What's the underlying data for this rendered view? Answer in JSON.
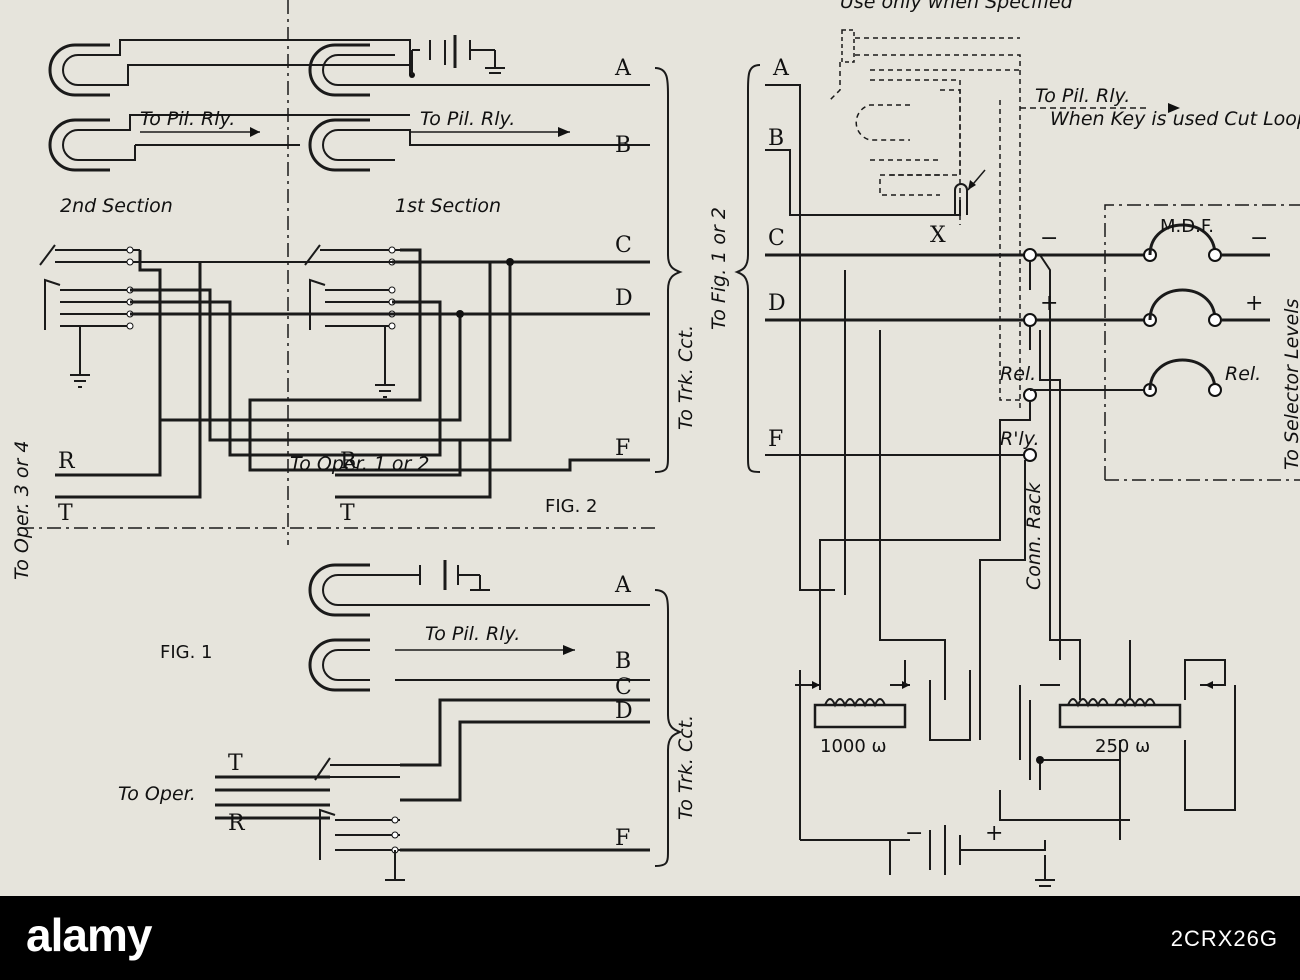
{
  "fig2": {
    "label": "FIG. 2",
    "section_2": "2nd Section",
    "section_1": "1st Section",
    "to_pil_rly_1": "To Pil. Rly.",
    "to_pil_rly_2": "To Pil. Rly.",
    "to_oper_34": "To Oper. 3 or 4",
    "to_oper_12": "To Oper. 1 or 2",
    "to_trk_cct": "To Trk. Cct.",
    "lines": [
      "A",
      "B",
      "C",
      "D",
      "F"
    ],
    "rt_left": [
      "R",
      "T"
    ],
    "rt_right": [
      "R",
      "T"
    ]
  },
  "fig1": {
    "label": "FIG. 1",
    "to_pil_rly": "To Pil. Rly.",
    "to_oper": "To Oper.",
    "to_trk_cct": "To Trk. Cct.",
    "lines": [
      "A",
      "B",
      "C",
      "D",
      "F"
    ],
    "tr": [
      "T",
      "R"
    ]
  },
  "fig3": {
    "note_top": "Use only when Specified",
    "to_pil_rly": "To Pil. Rly.",
    "key_note": "When Key is used Cut Loop X",
    "x_label": "X",
    "to_fig": "To Fig. 1 or 2",
    "lines": [
      "A",
      "B",
      "C",
      "D",
      "F"
    ],
    "mdf": "M.D.F.",
    "to_selector": "To Selector Levels",
    "minus": "−",
    "plus": "+",
    "rel": "Rel.",
    "rly": "R'ly.",
    "conn_rack": "Conn. Rack",
    "coil_1": "1000 ω",
    "coil_2": "250 ω"
  },
  "watermark": {
    "brand": "alamy",
    "image_id": "2CRX26G"
  }
}
